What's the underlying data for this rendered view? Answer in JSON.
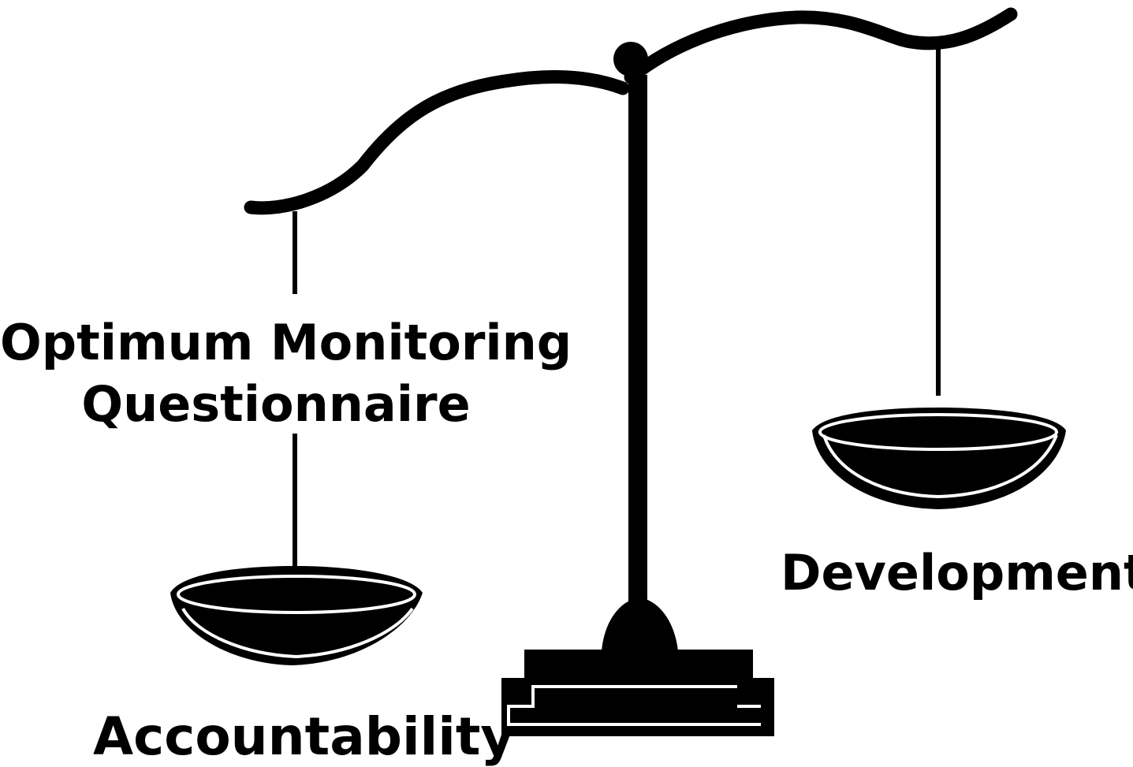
{
  "colors": {
    "ink": "#000000",
    "background": "#ffffff"
  },
  "labels": {
    "center_line1": "Optimum Monitoring",
    "center_line2": "Questionnaire",
    "left_pan": "Accountability",
    "right_pan": "Development"
  }
}
